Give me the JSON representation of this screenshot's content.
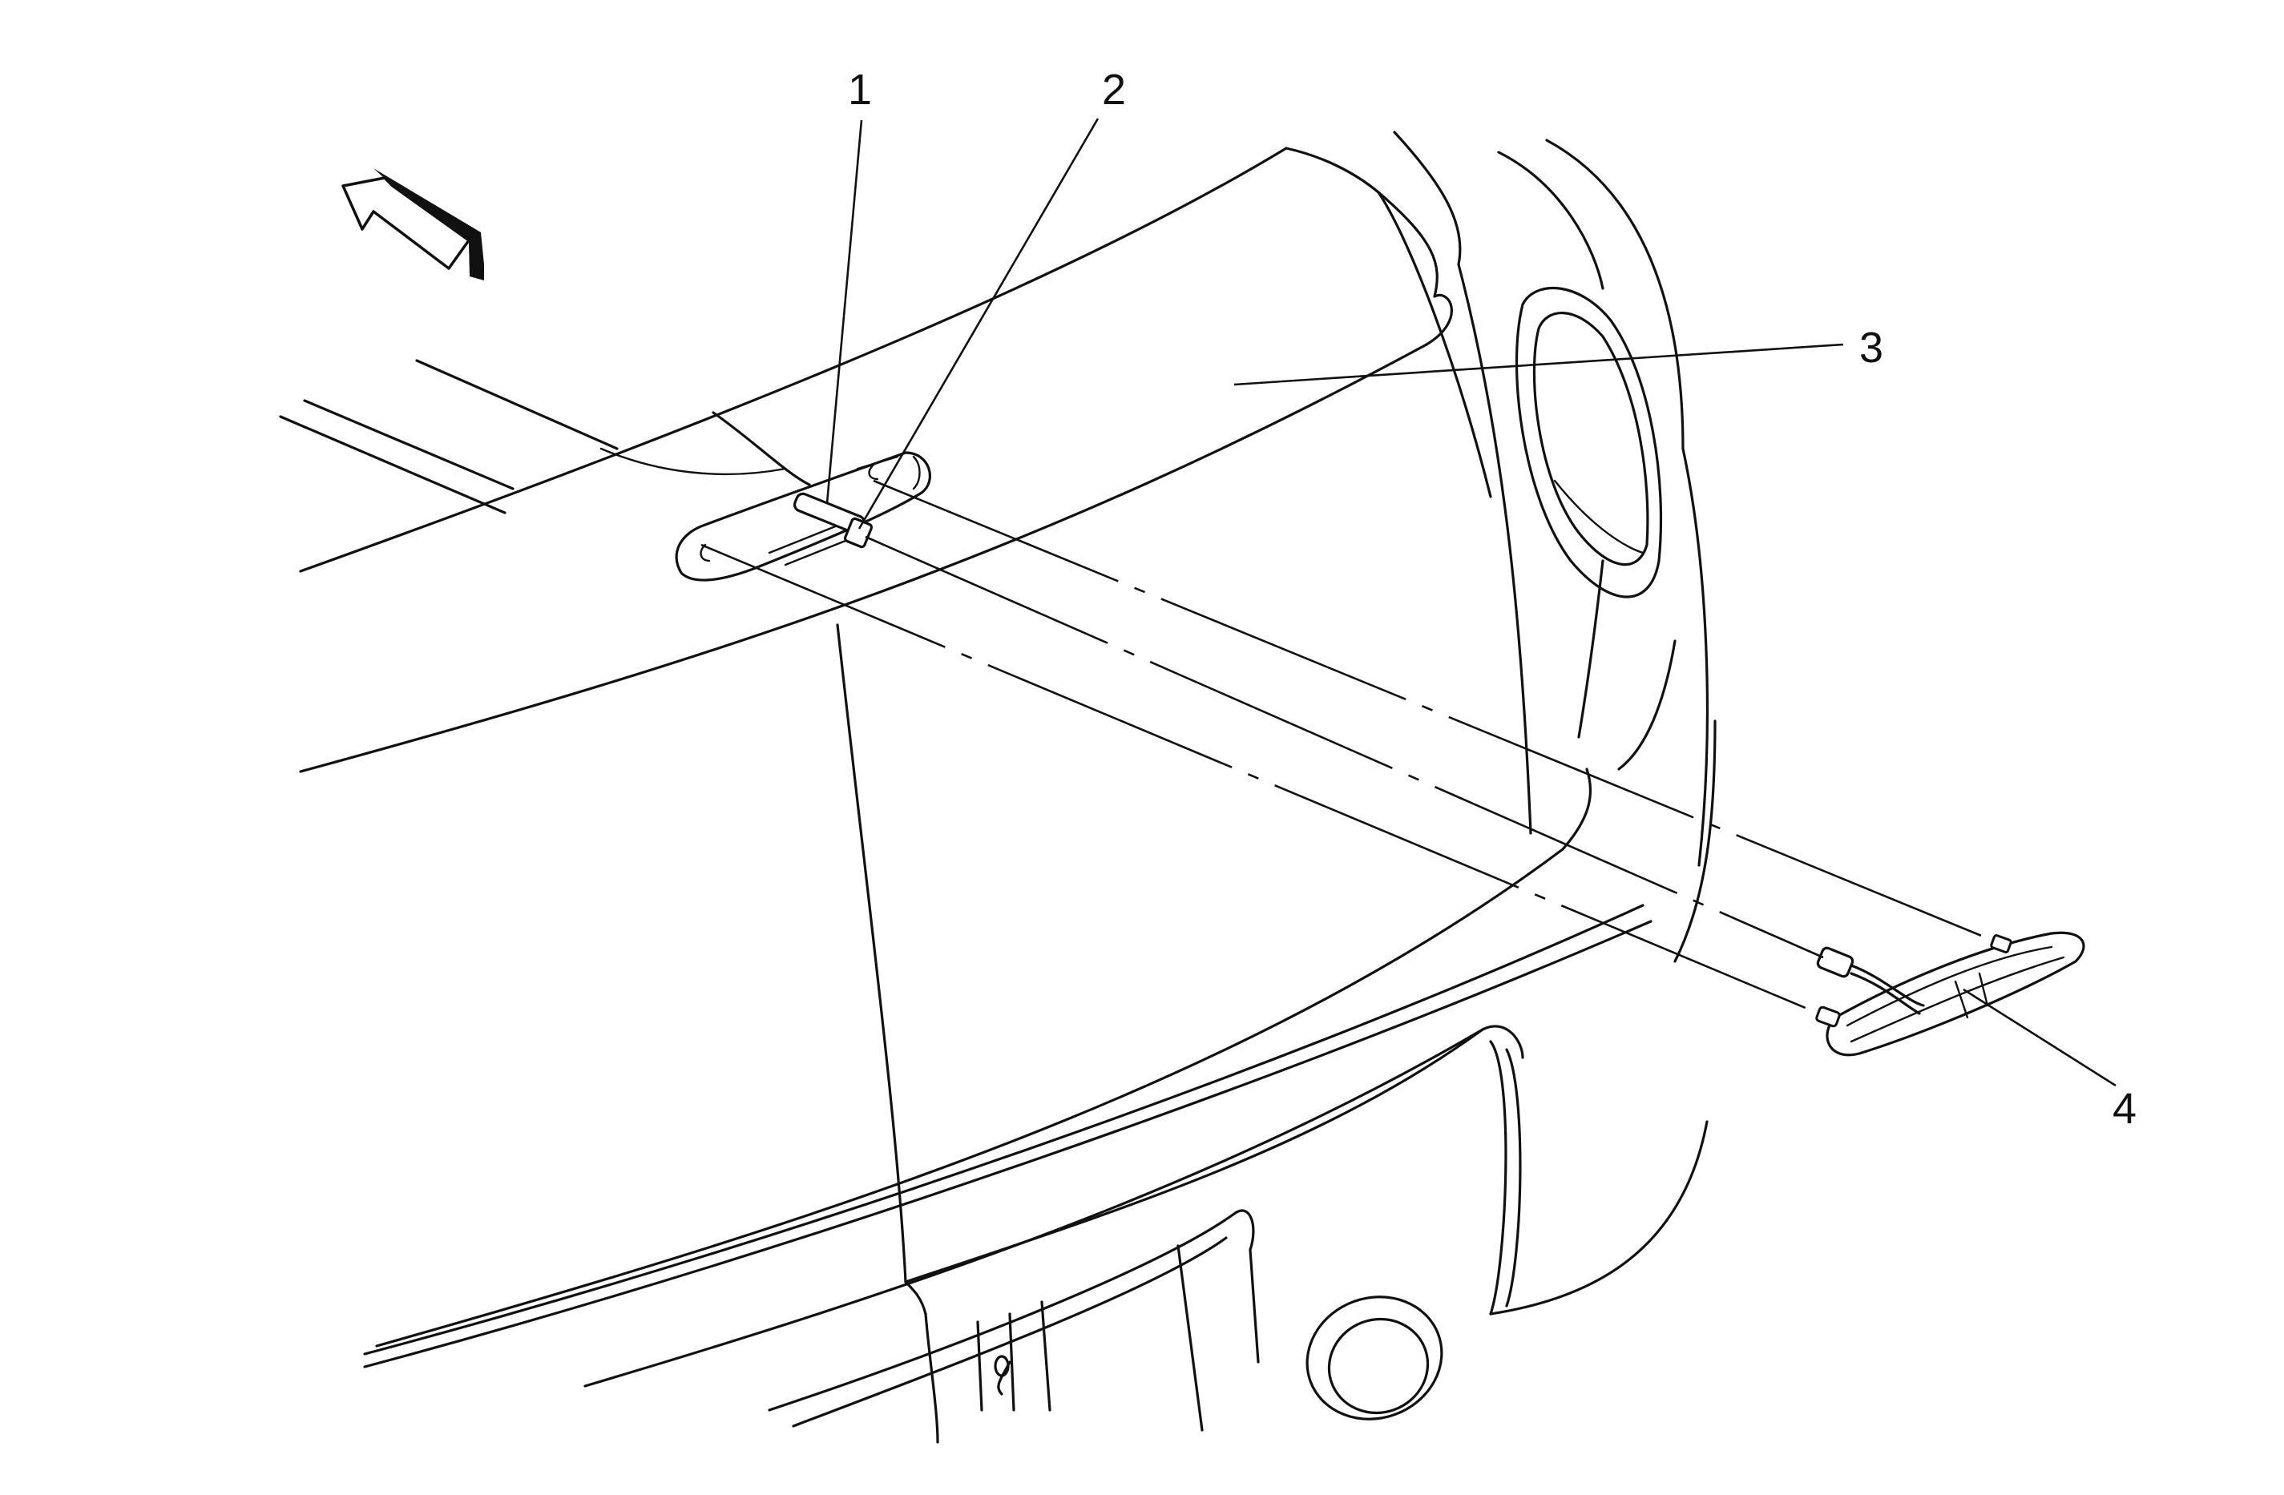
{
  "callouts": [
    {
      "id": "1",
      "label": "1"
    },
    {
      "id": "2",
      "label": "2"
    },
    {
      "id": "3",
      "label": "3"
    },
    {
      "id": "4",
      "label": "4"
    }
  ],
  "icons": {
    "direction_arrow": "forward-arrow-icon"
  },
  "colors": {
    "line": "#111111",
    "background": "#ffffff"
  }
}
